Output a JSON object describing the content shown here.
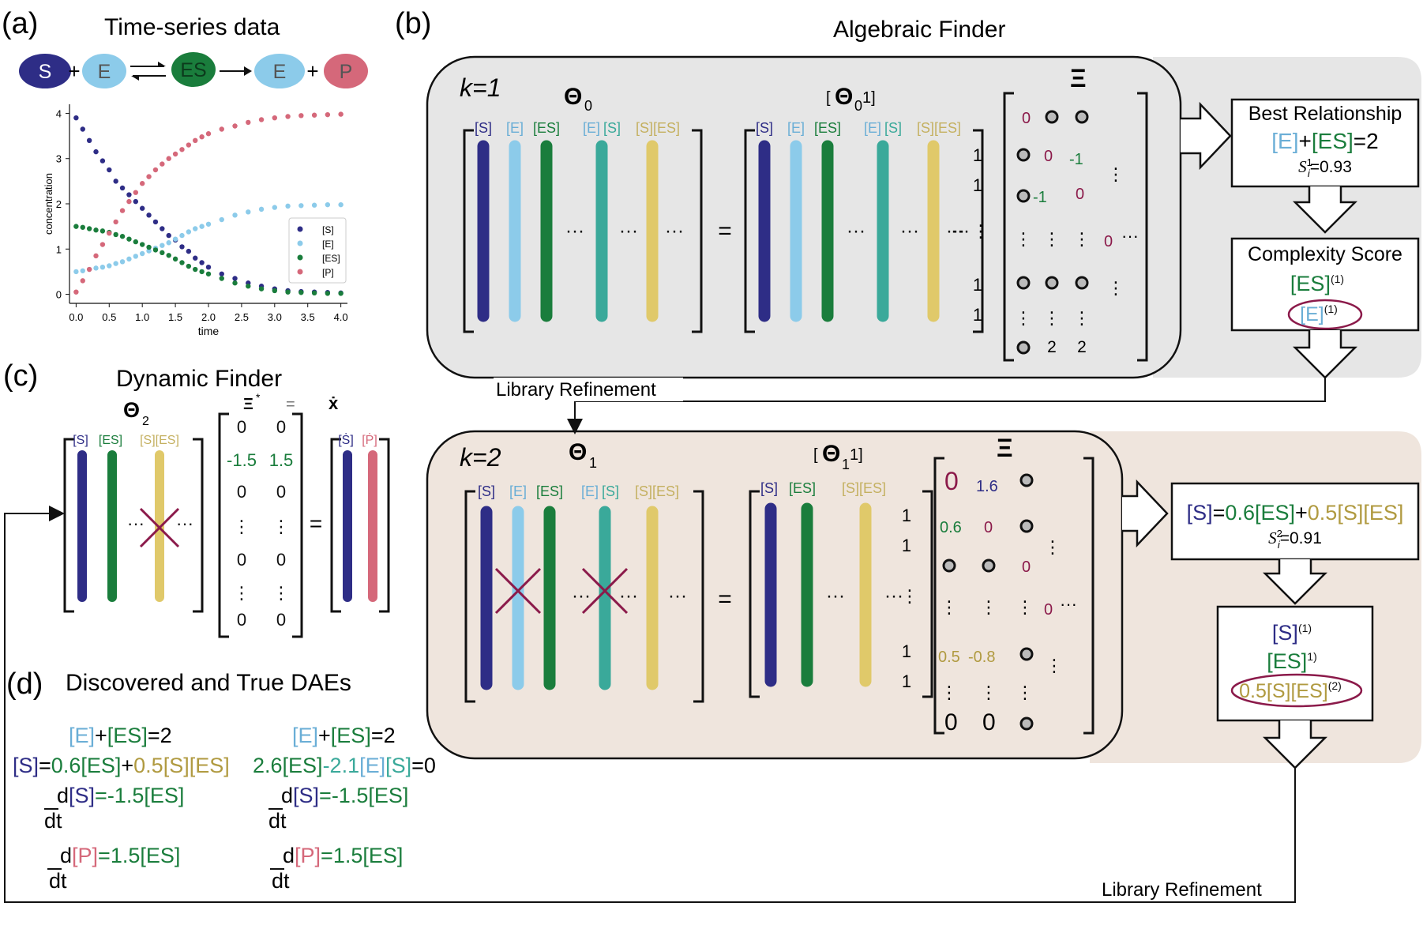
{
  "colors": {
    "S": "#2e2d86",
    "E": "#8ccbea",
    "ES": "#1a7d3c",
    "ES2": "#3aa99a",
    "SES": "#e0c96a",
    "P": "#d5687a",
    "label_S": "#2e2d86",
    "label_E": "#6aaed6",
    "label_ES": "#1a7d3c",
    "label_ES2": "#3aa99a",
    "label_SES": "#c4b060",
    "num_red": "#8b1a4a",
    "num_green": "#1a7d3c",
    "num_blue": "#2e2d86",
    "num_olive": "#b09a40",
    "panel_gray": "#e6e6e6",
    "panel_beige": "#efe5dd",
    "cross": "#8b1a4a"
  },
  "panel_a": {
    "tag": "(a)",
    "title": "Time-series data",
    "reaction": {
      "S": "S",
      "E": "E",
      "ES": "ES",
      "E2": "E",
      "P": "P",
      "plus": "+"
    }
  },
  "chart_data": {
    "type": "scatter",
    "xlabel": "time",
    "ylabel": "concentration",
    "xlim": [
      -0.1,
      4.1
    ],
    "ylim": [
      -0.2,
      4.2
    ],
    "xticks": [
      "0.0",
      "0.5",
      "1.0",
      "1.5",
      "2.0",
      "2.5",
      "3.0",
      "3.5",
      "4.0"
    ],
    "yticks": [
      "0",
      "1",
      "2",
      "3",
      "4"
    ],
    "legend_position": "right",
    "series": [
      {
        "name": "[S]",
        "color_key": "S",
        "values": [
          [
            0.0,
            3.9
          ],
          [
            0.1,
            3.65
          ],
          [
            0.2,
            3.4
          ],
          [
            0.3,
            3.15
          ],
          [
            0.4,
            2.95
          ],
          [
            0.5,
            2.75
          ],
          [
            0.6,
            2.5
          ],
          [
            0.7,
            2.35
          ],
          [
            0.8,
            2.2
          ],
          [
            0.9,
            2.05
          ],
          [
            1.0,
            1.9
          ],
          [
            1.1,
            1.75
          ],
          [
            1.2,
            1.6
          ],
          [
            1.3,
            1.45
          ],
          [
            1.4,
            1.3
          ],
          [
            1.5,
            1.2
          ],
          [
            1.6,
            1.05
          ],
          [
            1.7,
            0.95
          ],
          [
            1.8,
            0.8
          ],
          [
            1.9,
            0.7
          ],
          [
            2.0,
            0.6
          ],
          [
            2.2,
            0.45
          ],
          [
            2.4,
            0.35
          ],
          [
            2.6,
            0.25
          ],
          [
            2.8,
            0.18
          ],
          [
            3.0,
            0.12
          ],
          [
            3.2,
            0.08
          ],
          [
            3.4,
            0.06
          ],
          [
            3.6,
            0.05
          ],
          [
            3.8,
            0.04
          ],
          [
            4.0,
            0.03
          ]
        ]
      },
      {
        "name": "[E]",
        "color_key": "E",
        "values": [
          [
            0.0,
            0.5
          ],
          [
            0.1,
            0.52
          ],
          [
            0.2,
            0.55
          ],
          [
            0.3,
            0.58
          ],
          [
            0.4,
            0.6
          ],
          [
            0.5,
            0.63
          ],
          [
            0.6,
            0.68
          ],
          [
            0.7,
            0.72
          ],
          [
            0.8,
            0.78
          ],
          [
            0.9,
            0.84
          ],
          [
            1.0,
            0.9
          ],
          [
            1.1,
            0.96
          ],
          [
            1.2,
            1.02
          ],
          [
            1.3,
            1.08
          ],
          [
            1.4,
            1.14
          ],
          [
            1.5,
            1.22
          ],
          [
            1.6,
            1.3
          ],
          [
            1.7,
            1.38
          ],
          [
            1.8,
            1.45
          ],
          [
            1.9,
            1.5
          ],
          [
            2.0,
            1.55
          ],
          [
            2.2,
            1.65
          ],
          [
            2.4,
            1.75
          ],
          [
            2.6,
            1.82
          ],
          [
            2.8,
            1.88
          ],
          [
            3.0,
            1.92
          ],
          [
            3.2,
            1.95
          ],
          [
            3.4,
            1.96
          ],
          [
            3.6,
            1.97
          ],
          [
            3.8,
            1.98
          ],
          [
            4.0,
            1.98
          ]
        ]
      },
      {
        "name": "[ES]",
        "color_key": "ES",
        "values": [
          [
            0.0,
            1.5
          ],
          [
            0.1,
            1.48
          ],
          [
            0.2,
            1.45
          ],
          [
            0.3,
            1.42
          ],
          [
            0.4,
            1.4
          ],
          [
            0.5,
            1.37
          ],
          [
            0.6,
            1.32
          ],
          [
            0.7,
            1.28
          ],
          [
            0.8,
            1.22
          ],
          [
            0.9,
            1.16
          ],
          [
            1.0,
            1.1
          ],
          [
            1.1,
            1.04
          ],
          [
            1.2,
            0.98
          ],
          [
            1.3,
            0.92
          ],
          [
            1.4,
            0.86
          ],
          [
            1.5,
            0.78
          ],
          [
            1.6,
            0.7
          ],
          [
            1.7,
            0.62
          ],
          [
            1.8,
            0.55
          ],
          [
            1.9,
            0.5
          ],
          [
            2.0,
            0.45
          ],
          [
            2.2,
            0.35
          ],
          [
            2.4,
            0.25
          ],
          [
            2.6,
            0.18
          ],
          [
            2.8,
            0.12
          ],
          [
            3.0,
            0.08
          ],
          [
            3.2,
            0.05
          ],
          [
            3.4,
            0.04
          ],
          [
            3.6,
            0.03
          ],
          [
            3.8,
            0.02
          ],
          [
            4.0,
            0.02
          ]
        ]
      },
      {
        "name": "[P]",
        "color_key": "P",
        "values": [
          [
            0.0,
            0.05
          ],
          [
            0.1,
            0.3
          ],
          [
            0.2,
            0.55
          ],
          [
            0.3,
            0.85
          ],
          [
            0.4,
            1.1
          ],
          [
            0.5,
            1.35
          ],
          [
            0.6,
            1.6
          ],
          [
            0.7,
            1.85
          ],
          [
            0.8,
            2.05
          ],
          [
            0.9,
            2.25
          ],
          [
            1.0,
            2.45
          ],
          [
            1.1,
            2.6
          ],
          [
            1.2,
            2.75
          ],
          [
            1.3,
            2.88
          ],
          [
            1.4,
            3.0
          ],
          [
            1.5,
            3.1
          ],
          [
            1.6,
            3.2
          ],
          [
            1.7,
            3.3
          ],
          [
            1.8,
            3.4
          ],
          [
            1.9,
            3.48
          ],
          [
            2.0,
            3.55
          ],
          [
            2.2,
            3.65
          ],
          [
            2.4,
            3.72
          ],
          [
            2.6,
            3.8
          ],
          [
            2.8,
            3.86
          ],
          [
            3.0,
            3.9
          ],
          [
            3.2,
            3.93
          ],
          [
            3.4,
            3.95
          ],
          [
            3.6,
            3.96
          ],
          [
            3.8,
            3.97
          ],
          [
            4.0,
            3.98
          ]
        ]
      }
    ]
  },
  "panel_b": {
    "tag": "(b)",
    "title": "Algebraic Finder",
    "k1": "k=1",
    "k2": "k=2",
    "theta0": "Θ",
    "theta0_sub": "0",
    "theta01_l": "[",
    "theta01_sym": "Θ",
    "theta01_sub": "0",
    "theta01_r": "1]",
    "theta1": "Θ",
    "theta1_sub": "1",
    "theta11_l": "[",
    "theta11_sym": "Θ",
    "theta11_sub": "1",
    "theta11_r": "1]",
    "xi": "Ξ",
    "lib_labels": {
      "S": "[S]",
      "E": "[E]",
      "ES": "[ES]",
      "ES_E": "[E]",
      "ES_S": "[S]",
      "SES": "[S][ES]"
    },
    "equals": "=",
    "dots": "···",
    "vdots": "⋮",
    "ones": "1",
    "best_title": "Best Relationship",
    "best_eq_E": "[E]",
    "best_eq_plus": "+",
    "best_eq_ES": "[ES]",
    "best_eq_rhs": "=2",
    "best_score": "S",
    "best_score_sup": "1",
    "best_score_sub": "i",
    "best_score_val": "=0.93",
    "complexity_title": "Complexity Score",
    "cs_ES": "[ES]",
    "cs_ES_sup": "(1)",
    "cs_E": "[E]",
    "cs_E_sup": "(1)",
    "refine_top": "Library Refinement",
    "refine_bottom": "Library Refinement",
    "k1_matrix": {
      "r1": [
        "0",
        "-1"
      ],
      "r2": [
        "0",
        "-1"
      ],
      "r3": [
        "-1",
        "0"
      ],
      "zero": "0",
      "two": "2"
    },
    "k2_matrix": {
      "c1": [
        "0",
        "1.6"
      ],
      "c2": [
        "0.6",
        "0"
      ],
      "c3": [
        "0"
      ],
      "r4": [
        "0.5",
        "-0.8"
      ],
      "r5": [
        "0",
        "0"
      ],
      "zero": "0"
    },
    "k2_best_S": "[S]",
    "k2_best_eq": "=",
    "k2_best_06": "0.6",
    "k2_best_ES": "[ES]",
    "k2_best_plus": "+",
    "k2_best_05": "0.5",
    "k2_best_SES": "[S][ES]",
    "k2_score": "S",
    "k2_score_sup": "2",
    "k2_score_sub": "i",
    "k2_score_val": "=0.91",
    "k2_cs_S": "[S]",
    "k2_cs_S_sup": "(1)",
    "k2_cs_ES": "[ES]",
    "k2_cs_ES_sup": "1)",
    "k2_cs_SES": "0.5[S][ES]",
    "k2_cs_SES_sup": "(2)"
  },
  "panel_c": {
    "tag": "(c)",
    "title": "Dynamic Finder",
    "theta": "Θ",
    "theta_sub": "2",
    "xi_star": "Ξ",
    "xi_star_sup": "*",
    "eq_sign": "=",
    "xdot": "ẋ",
    "labels": {
      "S": "[S]",
      "ES": "[ES]",
      "SES": "[S][ES]",
      "Sdot": "[Ṡ]",
      "Pdot": "[Ṗ]"
    },
    "matrix": [
      [
        "0",
        "0"
      ],
      [
        "-1.5",
        "1.5"
      ],
      [
        "0",
        "0"
      ],
      [
        "⋮",
        "⋮"
      ],
      [
        "0",
        "0"
      ],
      [
        "⋮",
        "⋮"
      ],
      [
        "0",
        "0"
      ]
    ],
    "dots": "···",
    "equals": "="
  },
  "panel_d": {
    "tag": "(d)",
    "title": "Discovered and True DAEs",
    "discovered": {
      "l1_E": "[E]",
      "l1_plus": "+",
      "l1_ES": "[ES]",
      "l1_rhs": "=2",
      "l2_S": "[S]",
      "l2_eq": "=",
      "l2_06": "0.6",
      "l2_ES": "[ES]",
      "l2_plus": "+",
      "l2_05": "0.5",
      "l2_SES": "[S][ES]",
      "d": "d",
      "dt": "dt",
      "l3_S": "[S]",
      "l3_rhs": "=-1.5[ES]",
      "l4_P": "[P]",
      "l4_rhs": "=1.5[ES]"
    },
    "true": {
      "l1_E": "[E]",
      "l1_plus": "+",
      "l1_ES": "[ES]",
      "l1_rhs": "=2",
      "l2_a": "2.6[ES]",
      "l2_b": "-2.1",
      "l2_E": "[E]",
      "l2_S": "[S]",
      "l2_rhs": "=0",
      "d": "d",
      "dt": "dt",
      "l3_S": "[S]",
      "l3_rhs": "=-1.5[ES]",
      "l4_P": "[P]",
      "l4_rhs": "=1.5[ES]"
    }
  }
}
